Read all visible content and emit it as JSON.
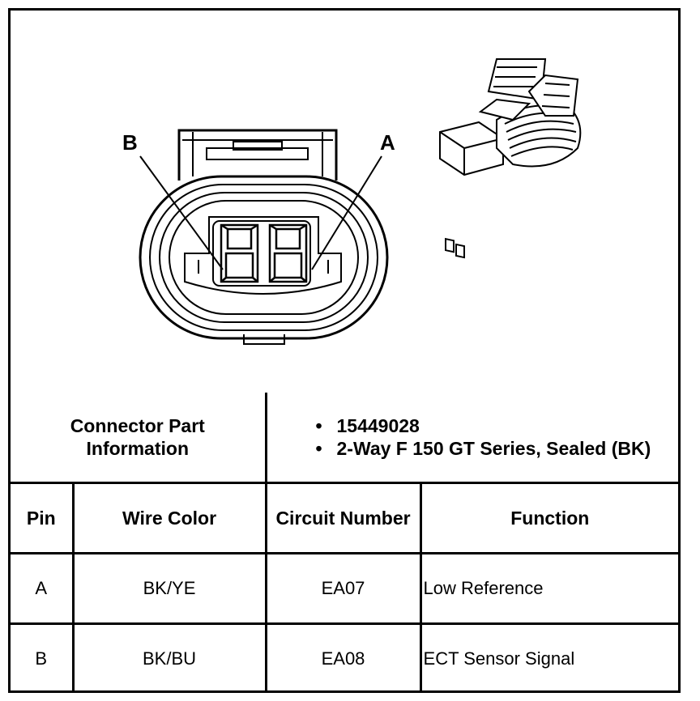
{
  "figure": {
    "callouts": {
      "left": "B",
      "right": "A"
    }
  },
  "connector_info": {
    "label_line1": "Connector Part",
    "label_line2": "Information",
    "items": [
      "15449028",
      "2-Way F 150 GT Series, Sealed (BK)"
    ]
  },
  "table": {
    "headers": [
      "Pin",
      "Wire Color",
      "Circuit Number",
      "Function"
    ],
    "rows": [
      {
        "pin": "A",
        "wire_color": "BK/YE",
        "circuit": "EA07",
        "function": "Low Reference"
      },
      {
        "pin": "B",
        "wire_color": "BK/BU",
        "circuit": "EA08",
        "function": "ECT Sensor Signal"
      }
    ]
  }
}
